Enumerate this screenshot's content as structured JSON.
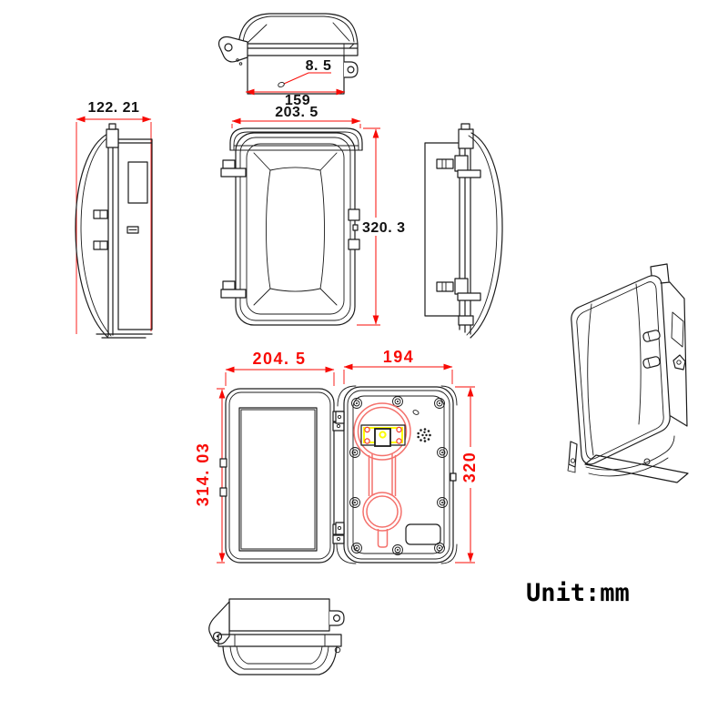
{
  "drawing": {
    "unit_label": "Unit:mm",
    "dims": {
      "top_hole": "8. 5",
      "top_width": "159",
      "side_depth": "122. 21",
      "front_width": "203. 5",
      "front_height": "320. 3",
      "door_width": "204. 5",
      "door_height": "314. 03",
      "body_width": "194",
      "body_height": "320"
    },
    "colors": {
      "line": "#1c1c1c",
      "dimension_red": "#f80b06",
      "handset_red": "#f4716c",
      "highlight_yellow": "#fdfd04"
    }
  }
}
